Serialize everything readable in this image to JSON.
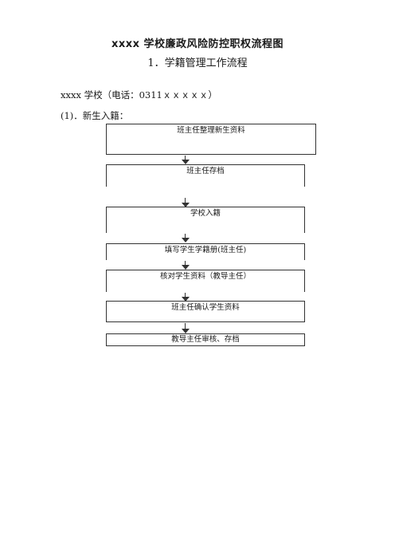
{
  "document": {
    "title": "xxxx 学校廉政风险防控职权流程图",
    "subtitle": "1．学籍管理工作流程",
    "school_line": "xxxx 学校（电话：0311ｘｘｘｘｘ）",
    "section_label": "(1)．新生入籍："
  },
  "flowchart": {
    "steps": [
      "班主任整理新生资料",
      "班主任存档",
      "学校入籍",
      "填写学生学籍册(班主任)",
      "核对学生资料（教导主任）",
      "班主任确认学生资料",
      "教导主任审核、存档"
    ]
  }
}
